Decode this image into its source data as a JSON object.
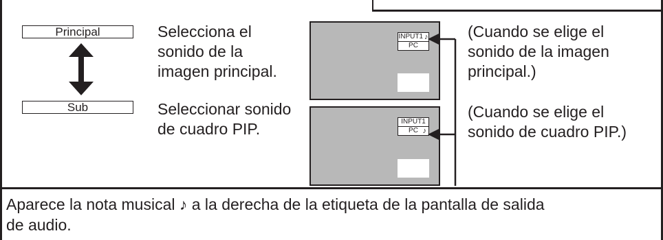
{
  "labels": {
    "principal": "Principal",
    "sub": "Sub"
  },
  "descriptions": {
    "main_line1": "Selecciona el",
    "main_line2": "sonido de la",
    "main_line3": "imagen principal.",
    "sub_line1": "Seleccionar sonido",
    "sub_line2": "de cuadro PIP."
  },
  "screens": [
    {
      "tag_top": "INPUT1",
      "tag_bottom": "PC",
      "note_on": "top"
    },
    {
      "tag_top": "INPUT1",
      "tag_bottom": "PC",
      "note_on": "bottom"
    }
  ],
  "note_symbol": "♪",
  "captions": {
    "main_line1": "(Cuando se elige el",
    "main_line2": "sonido de la imagen",
    "main_line3": "principal.)",
    "pip_line1": "(Cuando se elige el",
    "pip_line2": "sonido de cuadro PIP.)"
  },
  "footer": {
    "line1_before": "Aparece la nota musical ",
    "line1_after": " a la derecha de la etiqueta de la pantalla de salida",
    "line2": "de audio."
  }
}
